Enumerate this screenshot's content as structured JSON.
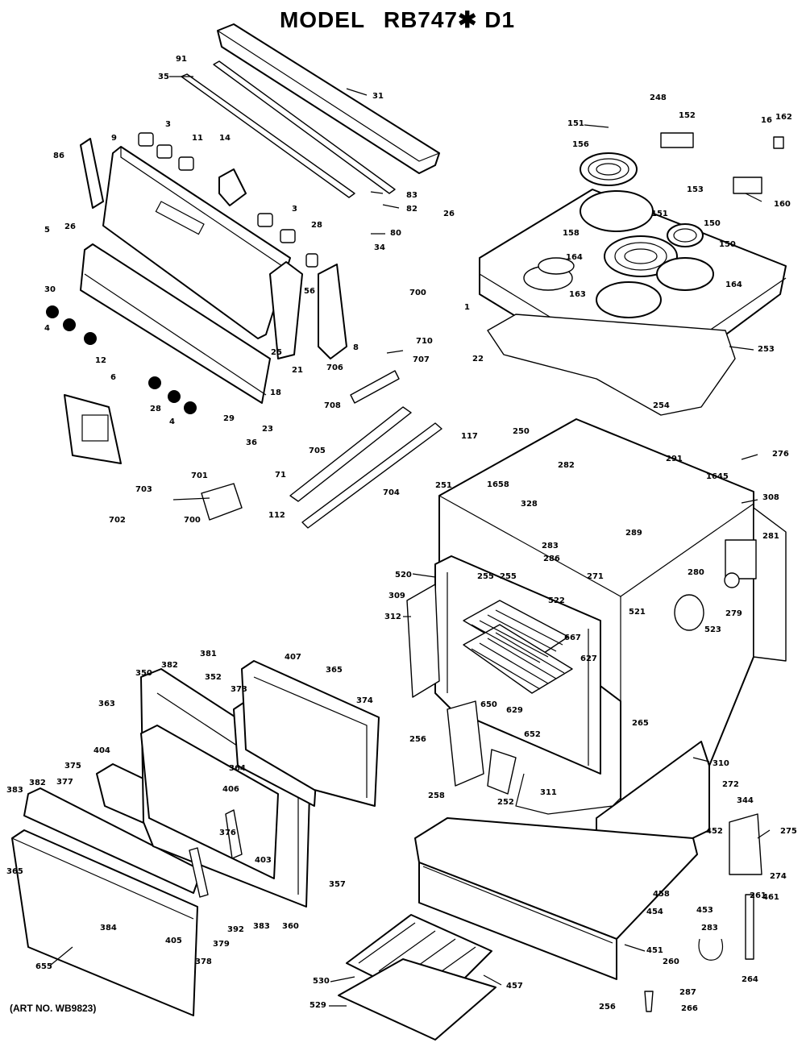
{
  "title": {
    "model_label": "MODEL",
    "model_number": "RB747✱ D1"
  },
  "footer": {
    "art_number": "(ART NO. WB9823)"
  },
  "part_labels": [
    "91",
    "35",
    "31",
    "3",
    "11",
    "14",
    "9",
    "86",
    "5",
    "30",
    "26",
    "4",
    "12",
    "6",
    "28",
    "4",
    "29",
    "36",
    "18",
    "23",
    "21",
    "25",
    "56",
    "28",
    "3",
    "34",
    "80",
    "82",
    "83",
    "8",
    "700",
    "710",
    "706",
    "707",
    "708",
    "117",
    "705",
    "704",
    "701",
    "703",
    "702",
    "700",
    "71",
    "112",
    "151",
    "248",
    "152",
    "16",
    "162",
    "156",
    "153",
    "160",
    "26",
    "151",
    "150",
    "150",
    "158",
    "164",
    "163",
    "164",
    "1",
    "253",
    "254",
    "22",
    "250",
    "276",
    "291",
    "1645",
    "308",
    "282",
    "1658",
    "328",
    "283",
    "289",
    "286",
    "271",
    "255",
    "251",
    "520",
    "309",
    "312",
    "522",
    "667",
    "627",
    "281",
    "280",
    "279",
    "523",
    "521",
    "650",
    "629",
    "652",
    "265",
    "407",
    "365",
    "381",
    "382",
    "352",
    "373",
    "374",
    "350",
    "363",
    "404",
    "364",
    "375",
    "377",
    "382",
    "383",
    "406",
    "376",
    "365",
    "403",
    "357",
    "360",
    "392",
    "379",
    "378",
    "383",
    "384",
    "405",
    "655",
    "256",
    "258",
    "252",
    "311",
    "310",
    "272",
    "344",
    "275",
    "452",
    "274",
    "458",
    "454",
    "453",
    "451",
    "461",
    "260",
    "287",
    "266",
    "261",
    "283",
    "264",
    "256",
    "530",
    "529",
    "457",
    "255"
  ],
  "icons": {
    "coil_element": "spiral-burner-icon",
    "knob": "control-knob-icon",
    "rack": "oven-rack-icon",
    "broiler_pan": "broiler-pan-icon"
  }
}
